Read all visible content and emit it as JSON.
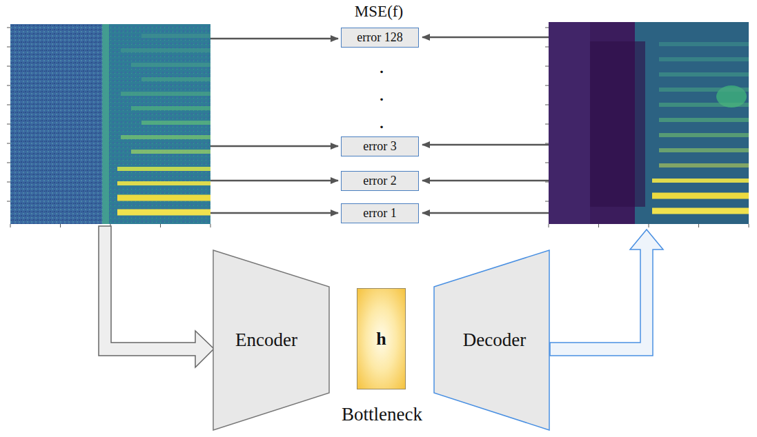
{
  "diagram": {
    "nodes": [
      {
        "text": [
          "error 128"
        ]
      },
      {
        "text": [
          "error 3"
        ]
      },
      {
        "text": [
          "error 2"
        ]
      },
      {
        "text": [
          "error 1"
        ]
      },
      {
        "text": [
          "Encoder"
        ]
      },
      {
        "text": [
          "h",
          "Bottleneck"
        ]
      },
      {
        "text": [
          "Decoder"
        ]
      }
    ],
    "labels": [
      "MSE(f)",
      ".",
      ".",
      "."
    ]
  }
}
